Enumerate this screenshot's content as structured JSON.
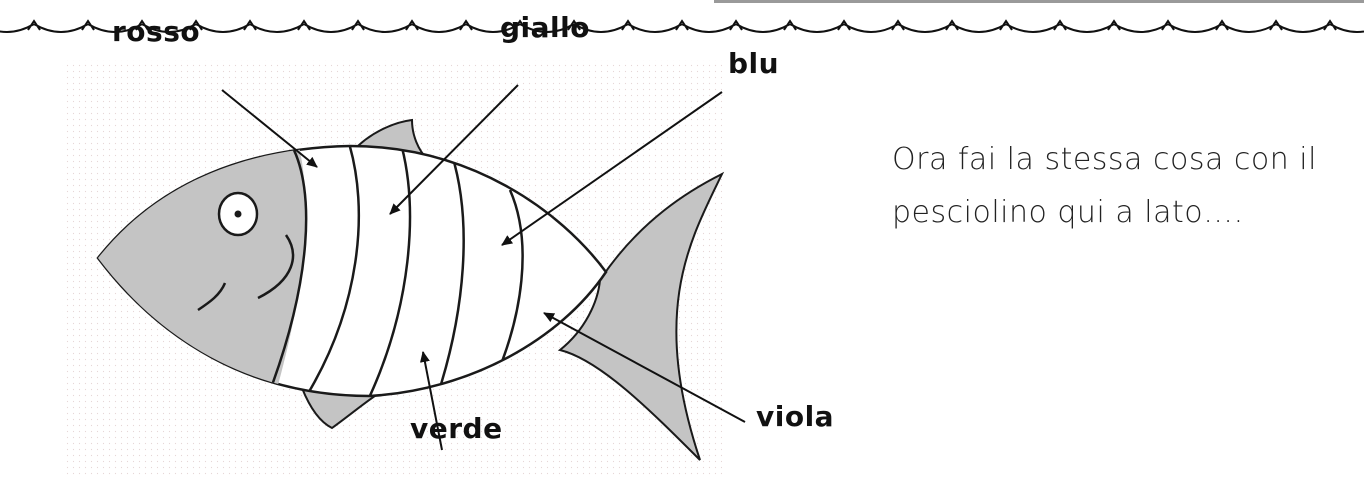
{
  "diagram": {
    "labels": {
      "rosso": "rosso",
      "giallo": "giallo",
      "blu": "blu",
      "verde": "verde",
      "viola": "viola"
    }
  },
  "instruction": {
    "text": "Ora fai la stessa cosa con il pesciolino qui a lato…."
  },
  "colors": {
    "fish_fill": "#c4c4c4",
    "outline": "#1a1a1a",
    "background": "#ffffff"
  }
}
